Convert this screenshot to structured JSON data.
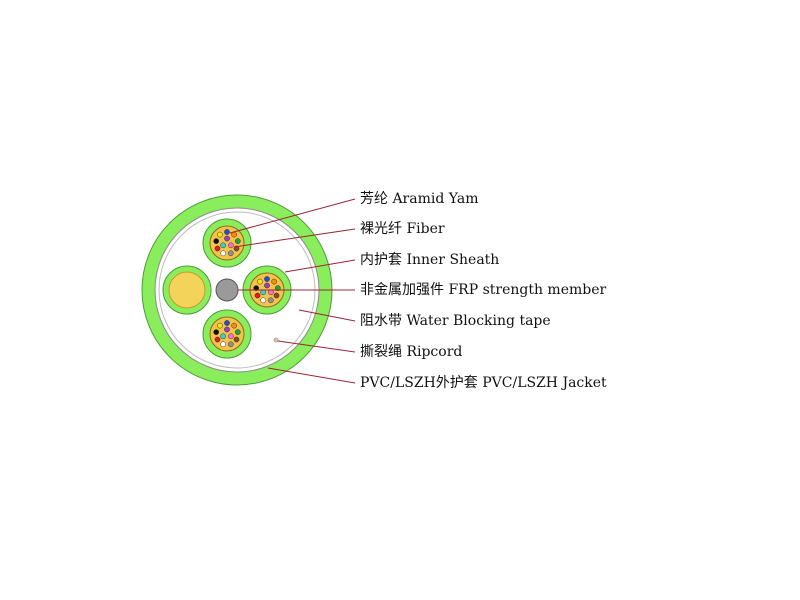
{
  "colors": {
    "jacket": "#8aed5c",
    "jacket_stroke": "#4d9a3a",
    "water_tape": "#dcdcdc",
    "inner_sheath": "#8aed5c",
    "aramid": "#f4c44a",
    "filler": "#f4d35a",
    "frp": "#9a9a9a",
    "leader": "#9b2436",
    "ripcord": "#d9cfb0"
  },
  "fiber_colors": [
    "#1f4fd1",
    "#ff8a00",
    "#1ca33a",
    "#8b4a1e",
    "#8f8f8f",
    "#ffffff",
    "#e31b1b",
    "#111111",
    "#f2e21c",
    "#9b3cc4",
    "#ff6ec7",
    "#33d1d1"
  ],
  "labels": [
    {
      "key": "aramid",
      "cn": "芳纶",
      "en": "Aramid Yam"
    },
    {
      "key": "fiber",
      "cn": "裸光纤",
      "en": "Fiber"
    },
    {
      "key": "inner_sheath",
      "cn": "内护套",
      "en": "Inner Sheath"
    },
    {
      "key": "frp",
      "cn": "非金属加强件",
      "en": "FRP strength member"
    },
    {
      "key": "water_tape",
      "cn": "阻水带",
      "en": "Water Blocking tape"
    },
    {
      "key": "ripcord",
      "cn": "撕裂绳",
      "en": "Ripcord"
    },
    {
      "key": "jacket",
      "cn": "PVC/LSZH外护套",
      "en": "PVC/LSZH Jacket"
    }
  ]
}
